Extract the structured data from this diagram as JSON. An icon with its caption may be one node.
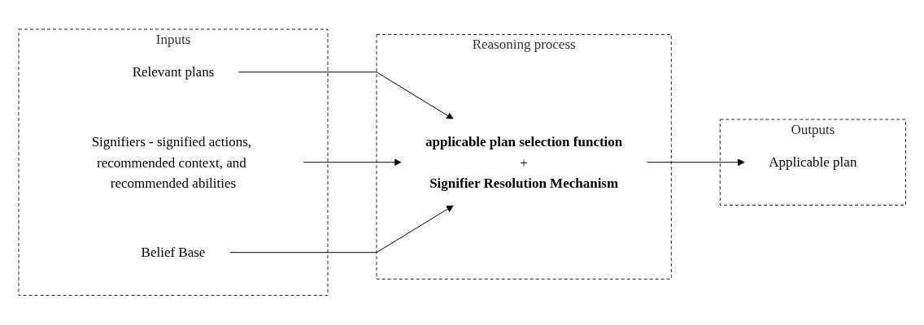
{
  "diagram": {
    "nodes": [
      {
        "text": [
          "Inputs"
        ]
      },
      {
        "text": [
          "Relevant plans"
        ],
        "in": 0
      },
      {
        "text": [
          "Signifiers - signified actions, recommended context, and recommended abilities"
        ],
        "in": 0
      },
      {
        "text": [
          "Belief Base"
        ],
        "in": 0
      },
      {
        "text": [
          "Reasoning process"
        ]
      },
      {
        "text": [
          "applicable plan selection function",
          "+",
          "Signifier Resolution Mechanism"
        ],
        "in": 4
      },
      {
        "text": [
          "Outputs"
        ]
      },
      {
        "text": [
          "Applicable plan"
        ],
        "in": 6
      }
    ],
    "edges": [
      {
        "from": 1,
        "to": 5,
        "arrow": "to"
      },
      {
        "from": 2,
        "to": 5,
        "arrow": "to"
      },
      {
        "from": 3,
        "to": 5,
        "arrow": "to"
      },
      {
        "from": 5,
        "to": 7,
        "arrow": "to"
      }
    ]
  }
}
